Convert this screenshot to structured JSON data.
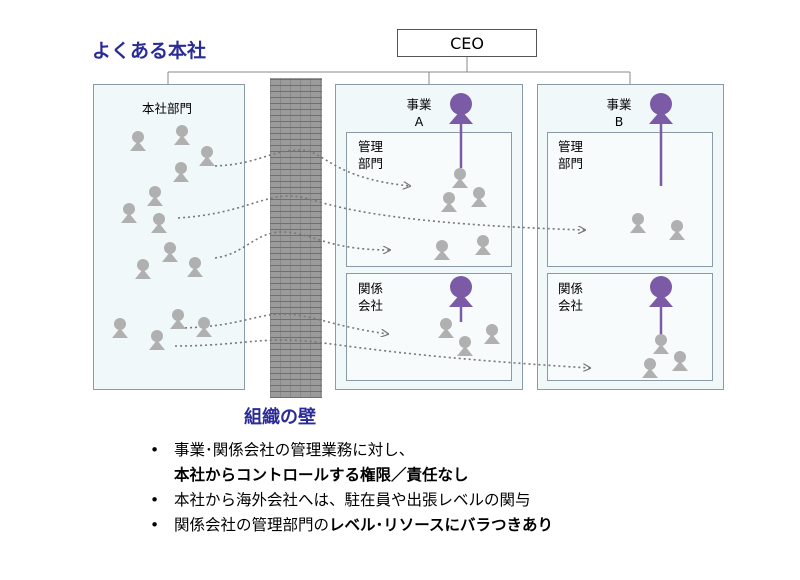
{
  "title": "よくある本社",
  "ceo": "CEO",
  "hq_label": "本社部門",
  "biz_a_label_line1": "事業",
  "biz_a_label_line2": "A",
  "biz_b_label_line1": "事業",
  "biz_b_label_line2": "B",
  "mgmt_label_line1": "管理",
  "mgmt_label_line2": "部門",
  "affiliate_label_line1": "関係",
  "affiliate_label_line2": "会社",
  "wall_label": "組織の壁",
  "bullets": [
    {
      "text": "事業･関係会社の管理業務に対し、",
      "bold": "本社からコントロールする権限／責任なし"
    },
    {
      "text": "本社から海外会社へは、駐在員や出張レベルの関与"
    },
    {
      "text": "関係会社の管理部門の",
      "bold": "レベル･リソースにバラつきあり"
    }
  ],
  "bullet_symbol": "•",
  "colors": {
    "title": "#2b2b96",
    "leader": "#7b5aa6",
    "staff": "#b0b0b0",
    "panel_bg": "#f1f8fa",
    "panel_border": "#8a9ba6",
    "wall": "#9b9b9b"
  }
}
